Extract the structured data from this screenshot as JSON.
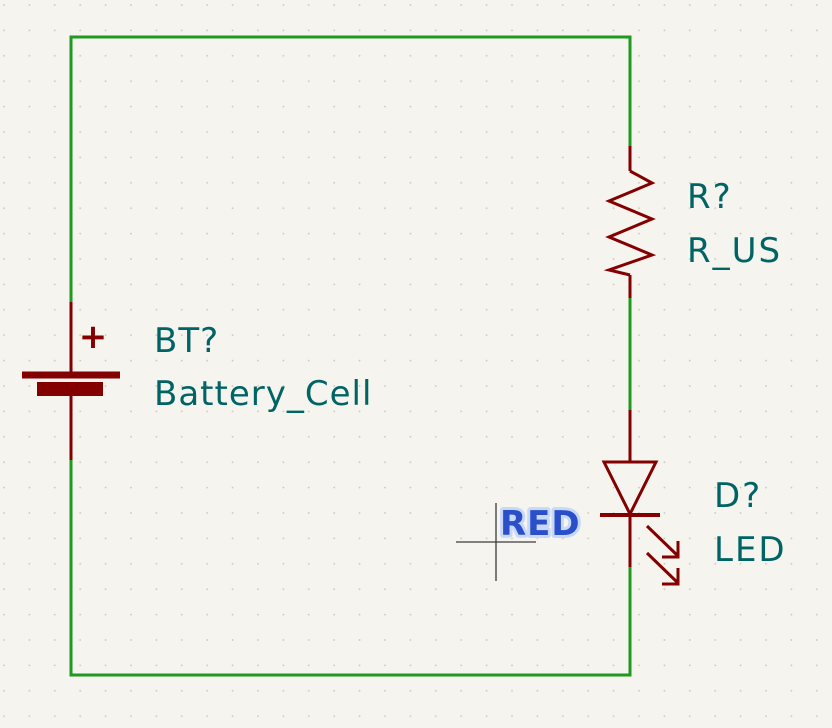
{
  "schematic": {
    "colors": {
      "background": "#f5f4ef",
      "grid_dot": "#c9c6b8",
      "wire": "#1e9a1e",
      "symbol": "#840000",
      "field_text": "#006464",
      "net_label": "#2a4fc8",
      "net_label_highlight": "#c8d8f8",
      "cursor": "#3a3a3a"
    },
    "battery": {
      "reference": "BT?",
      "value": "Battery_Cell",
      "polarity": "+"
    },
    "resistor": {
      "reference": "R?",
      "value": "R_US"
    },
    "led": {
      "reference": "D?",
      "value": "LED"
    },
    "net_label": {
      "text": "RED"
    }
  }
}
